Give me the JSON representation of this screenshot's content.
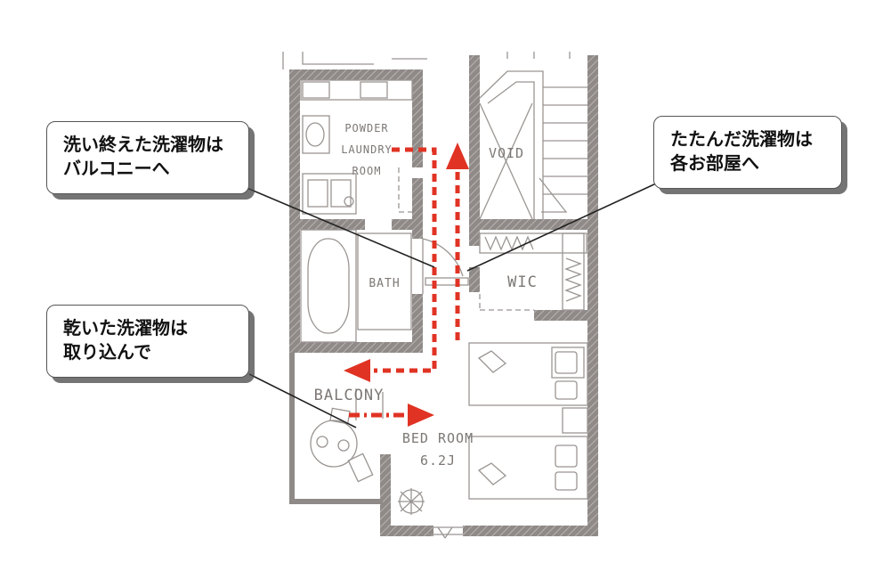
{
  "rooms": {
    "powder_laundry": [
      "POWDER",
      "LAUNDRY",
      "ROOM"
    ],
    "void": "VOID",
    "bath": "BATH",
    "wic": "WIC",
    "balcony": "BALCONY",
    "bedroom": [
      "BED ROOM",
      "6.2J"
    ]
  },
  "callouts": {
    "wash_done": [
      "洗い終えた洗濯物は",
      "バルコニーへ"
    ],
    "folded": [
      "たたんだ洗濯物は",
      "各お部屋へ"
    ],
    "dried": [
      "乾いた洗濯物は",
      "取り込んで"
    ]
  },
  "colors": {
    "flow_arrow": "#e03324",
    "wall": "#8f8a87",
    "callout_border": "#555555",
    "callout_shadow": "#464646"
  }
}
